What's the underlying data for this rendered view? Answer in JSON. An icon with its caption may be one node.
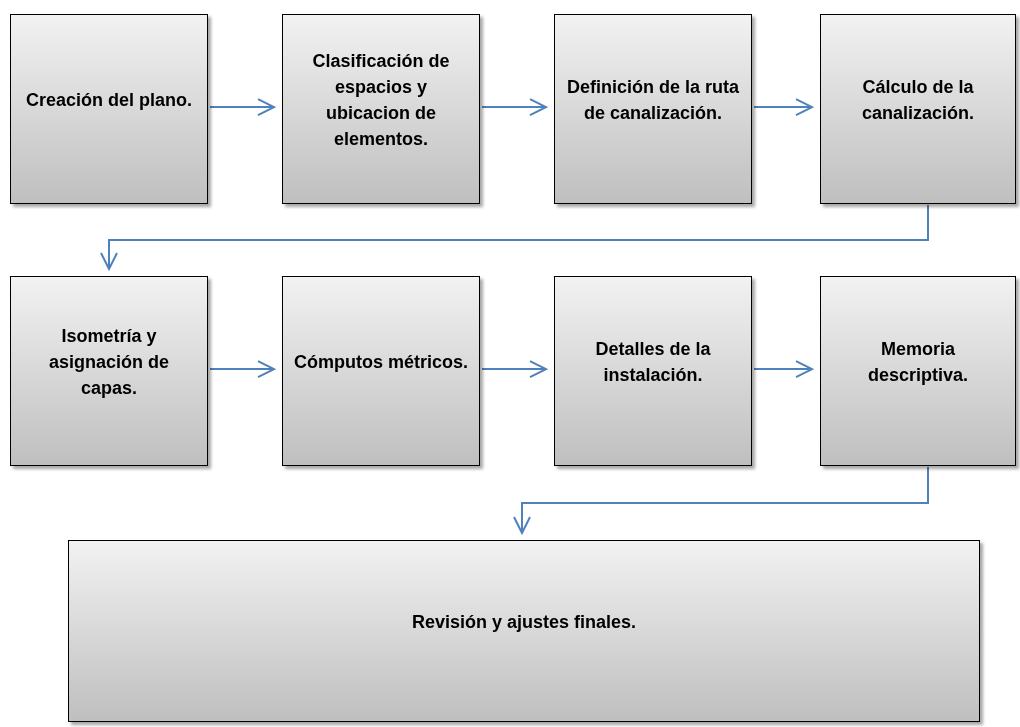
{
  "diagram": {
    "nodes": [
      {
        "text": [
          "Creación del plano."
        ]
      },
      {
        "text": [
          "Clasificación de espacios y ubicacion de elementos."
        ]
      },
      {
        "text": [
          "Definición de la ruta de canalización."
        ]
      },
      {
        "text": [
          "Cálculo de la canalización."
        ]
      },
      {
        "text": [
          "Isometría y asignación de capas."
        ]
      },
      {
        "text": [
          "Cómputos métricos."
        ]
      },
      {
        "text": [
          "Detalles de la instalación."
        ]
      },
      {
        "text": [
          "Memoria descriptiva."
        ]
      },
      {
        "text": [
          "Revisión y ajustes finales."
        ]
      }
    ],
    "edges": [
      {
        "from": 0,
        "to": 1,
        "arrow": "to"
      },
      {
        "from": 1,
        "to": 2,
        "arrow": "to"
      },
      {
        "from": 2,
        "to": 3,
        "arrow": "to"
      },
      {
        "from": 3,
        "to": 4,
        "arrow": "to"
      },
      {
        "from": 4,
        "to": 5,
        "arrow": "to"
      },
      {
        "from": 5,
        "to": 6,
        "arrow": "to"
      },
      {
        "from": 6,
        "to": 7,
        "arrow": "to"
      },
      {
        "from": 7,
        "to": 8,
        "arrow": "to"
      }
    ]
  }
}
